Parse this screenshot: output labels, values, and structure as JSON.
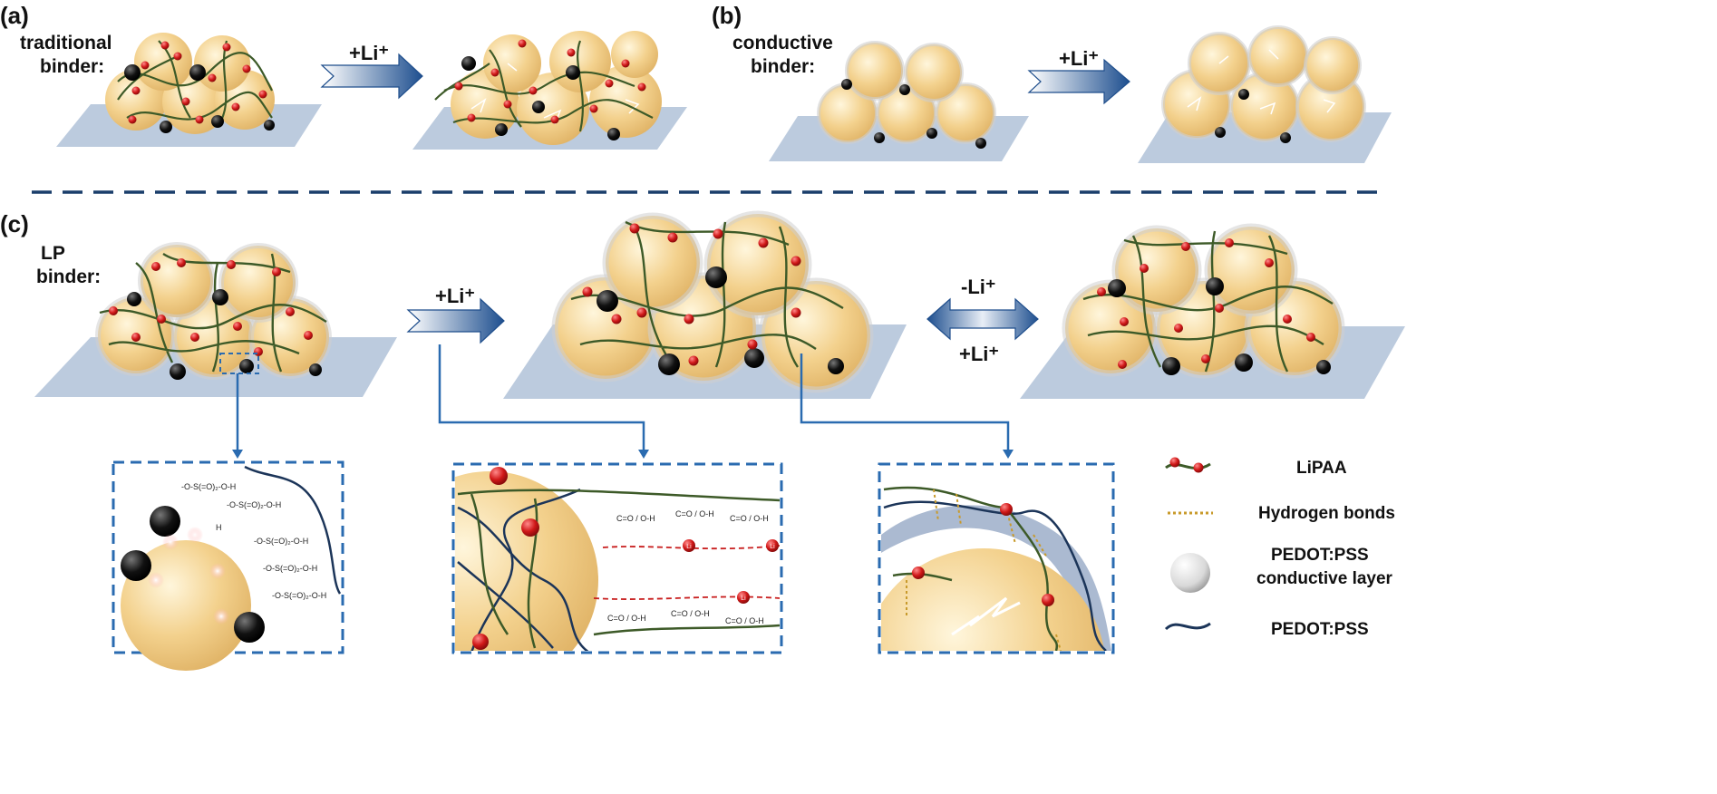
{
  "panels": {
    "a": {
      "tag": "(a)",
      "binder_line1": "traditional",
      "binder_line2": "binder:",
      "arrow_label": "+Li⁺"
    },
    "b": {
      "tag": "(b)",
      "binder_line1": "conductive",
      "binder_line2": "binder:",
      "arrow_label": "+Li⁺"
    },
    "c": {
      "tag": "(c)",
      "binder_line1": "LP",
      "binder_line2": "binder:",
      "arrow_label": "+Li⁺",
      "rev_top": "-Li⁺",
      "rev_bottom": "+Li⁺"
    }
  },
  "legend": {
    "lipaa": "LiPAA",
    "hbonds": "Hydrogen bonds",
    "pedot_layer_line1": "PEDOT:PSS",
    "pedot_layer_line2": "conductive layer",
    "pedot_chain": "PEDOT:PSS"
  },
  "zoom_labels": {
    "li": "Li",
    "h": "H",
    "so3h": "-O-S(=O)₂-O-H",
    "cooh": "C=O / O-H"
  },
  "colors": {
    "particle": "#f1cf8a",
    "particle_edge": "#d9ad5c",
    "substrate": "#b9c9dd",
    "lipaa": "#3d5a28",
    "li_node": "#c81e1e",
    "pedot": "#1c3559",
    "arrow": "#1f4e8c",
    "hbond": "#c89a2b",
    "dashed_box": "#2a6bb0"
  }
}
